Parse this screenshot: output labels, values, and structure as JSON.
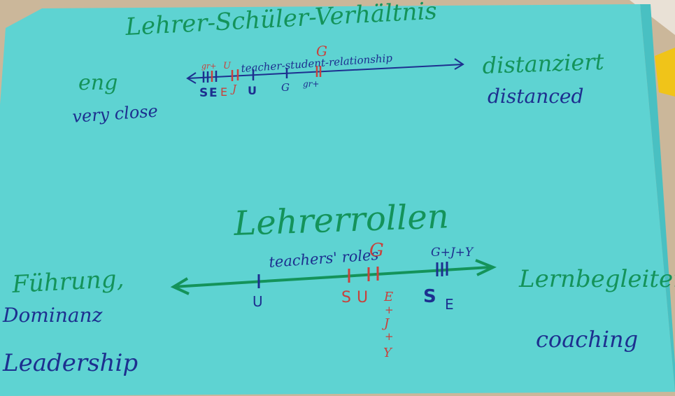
{
  "colors": {
    "paper": "#5ed3d2",
    "paper_shadow": "#49c0c2",
    "table": "#cbb79a",
    "sticky_note": "#f0c419",
    "green_marker": "#14935a",
    "blue_marker": "#1d2f8f",
    "red_marker": "#c8413c"
  },
  "poster": {
    "relationship": {
      "title": "Lehrer-Schüler-Verhältnis",
      "subtitle": "teacher-student-relationship",
      "left_de": "eng",
      "left_en": "very close",
      "right_de": "distanziert",
      "right_en": "distanced",
      "marks": {
        "gr_left": "gr+",
        "u_red": "U",
        "s": "S",
        "e1": "E",
        "e2": "E",
        "j_red": "J",
        "u_blue": "U",
        "g_blue": "G",
        "gr_right": "gr+",
        "g_red": "G"
      }
    },
    "roles": {
      "title": "Lehrerrollen",
      "subtitle": "teachers' roles",
      "left_de_line1": "Führung,",
      "left_de_line2": "Dominanz",
      "left_en": "Leadership",
      "right_de": "Lernbegleiter",
      "right_en": "coaching",
      "marks": {
        "u_blue": "U",
        "g_red": "G",
        "s_red": "S",
        "u_red": "U",
        "e_red": "E",
        "plus1": "+",
        "j_red": "J",
        "plus2": "+",
        "y_red": "Y",
        "gmj": "G+J+Y",
        "s_blue": "S",
        "e_blue": "E"
      }
    }
  }
}
